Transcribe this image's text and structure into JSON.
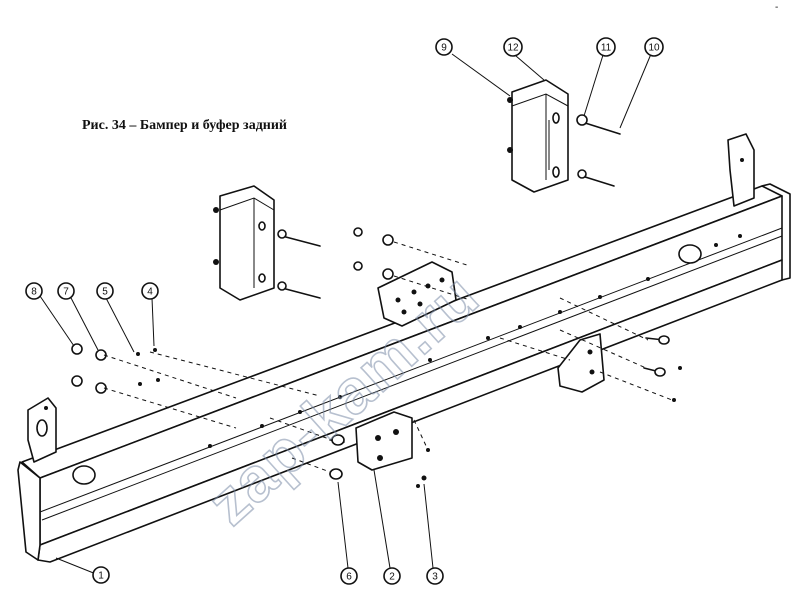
{
  "figure": {
    "caption": "Рис. 34 – Бампер и буфер задний",
    "watermark": "zap-kam.ru",
    "corner_mark": "-"
  },
  "callouts": [
    {
      "id": "callout-1",
      "label": "1"
    },
    {
      "id": "callout-2",
      "label": "2"
    },
    {
      "id": "callout-3",
      "label": "3"
    },
    {
      "id": "callout-4",
      "label": "4"
    },
    {
      "id": "callout-5",
      "label": "5"
    },
    {
      "id": "callout-6",
      "label": "6"
    },
    {
      "id": "callout-7",
      "label": "7"
    },
    {
      "id": "callout-8",
      "label": "8"
    },
    {
      "id": "callout-9",
      "label": "9"
    },
    {
      "id": "callout-10",
      "label": "10"
    },
    {
      "id": "callout-11",
      "label": "11"
    },
    {
      "id": "callout-12",
      "label": "12"
    }
  ]
}
